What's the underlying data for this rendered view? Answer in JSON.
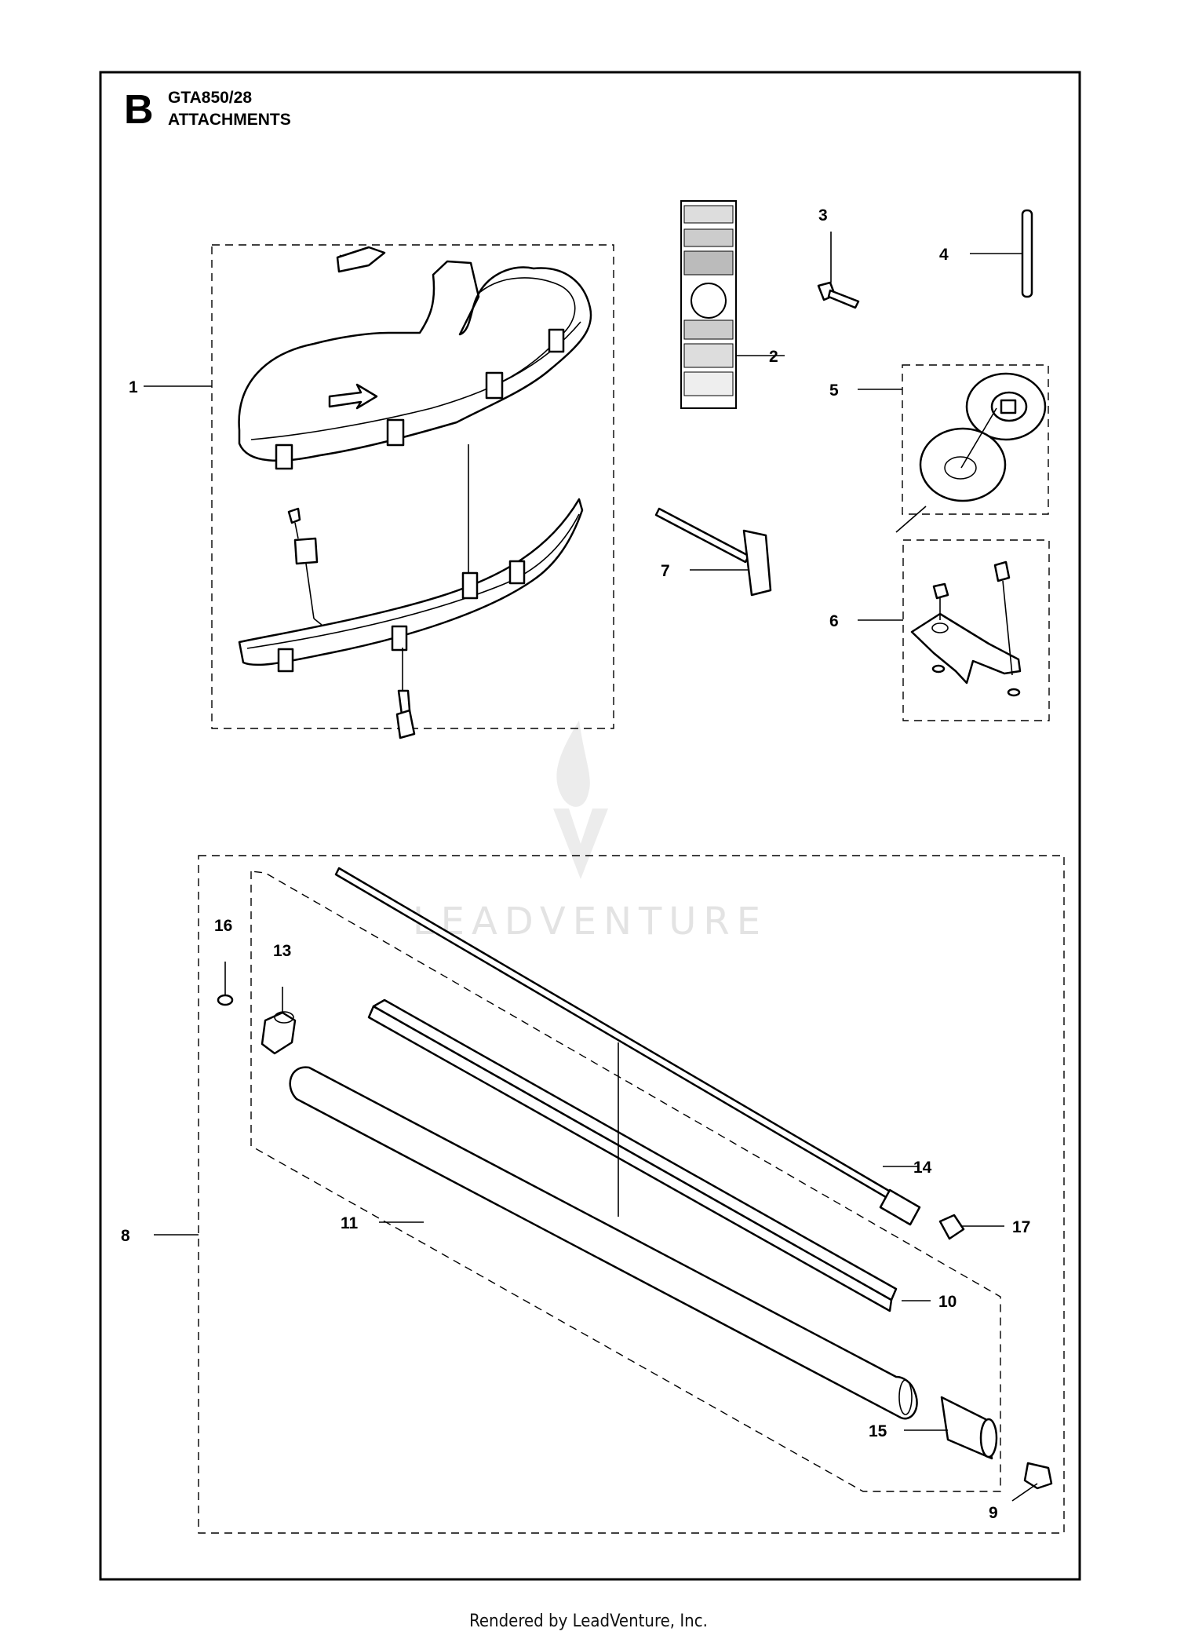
{
  "sheet": {
    "letter": "B",
    "model": "GTA850/28",
    "section": "ATTACHMENTS"
  },
  "callouts": [
    "1",
    "2",
    "3",
    "4",
    "5",
    "6",
    "7",
    "8",
    "9",
    "10",
    "11",
    "13",
    "14",
    "15",
    "16",
    "17"
  ],
  "watermark": "LEADVENTURE",
  "footer": "Rendered by LeadVenture, Inc."
}
